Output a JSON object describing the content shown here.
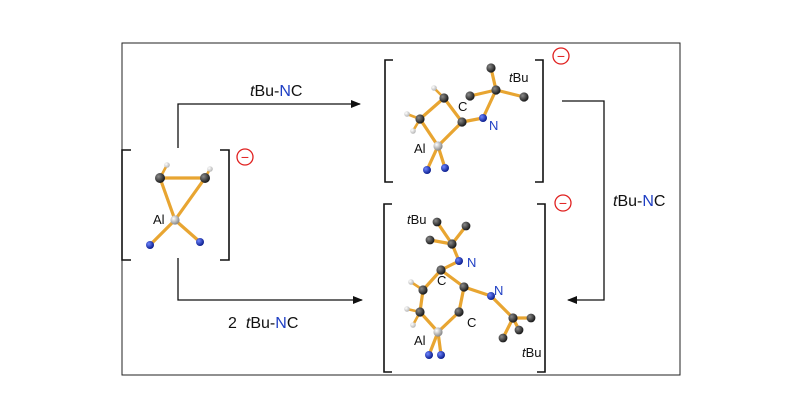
{
  "reagents": {
    "top": {
      "prefix": "t",
      "mid": "Bu-",
      "n": "N",
      "c": "C"
    },
    "bottom": {
      "coef": "2",
      "prefix": "t",
      "mid": "Bu-",
      "n": "N",
      "c": "C"
    },
    "right": {
      "prefix": "t",
      "mid": "Bu-",
      "n": "N",
      "c": "C"
    }
  },
  "charge": "−",
  "atom_labels": {
    "al": "Al",
    "c": "C",
    "n": "N",
    "tbu_prefix": "t",
    "tbu_rest": "Bu"
  },
  "colors": {
    "bond": "#e8a531",
    "carbon": "#2b2b2b",
    "nitrogen": "#1f2fa8",
    "aluminum": "#9a9a9a",
    "hydrogen": "#d8d8d8",
    "charge": "#e0201f",
    "n_text": "#1f3fc4"
  }
}
